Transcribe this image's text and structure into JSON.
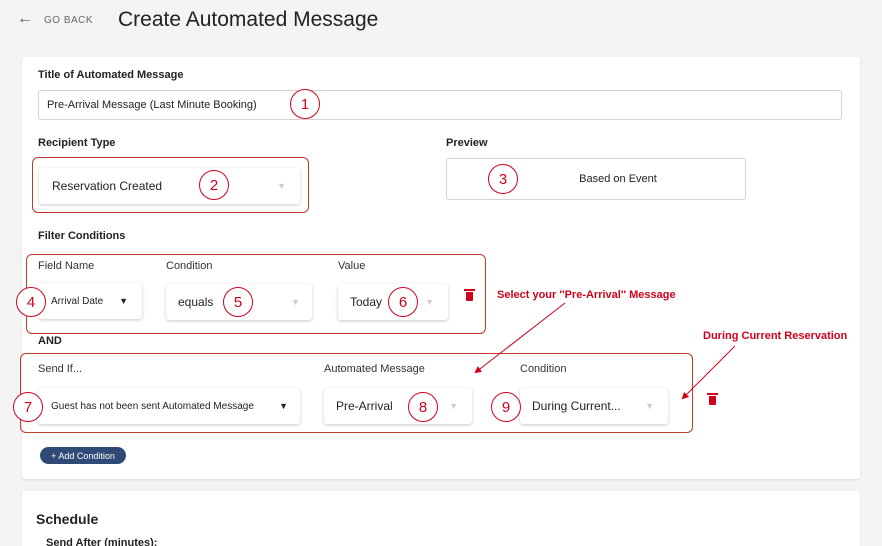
{
  "header": {
    "back_arrow": "←",
    "back_label": "GO BACK",
    "title": "Create Automated Message"
  },
  "form": {
    "title_label": "Title of Automated Message",
    "title_value": "Pre-Arrival Message (Last Minute Booking)",
    "recipient_label": "Recipient Type",
    "recipient_value": "Reservation Created",
    "preview_label": "Preview",
    "preview_value": "Based on Event",
    "filter_label": "Filter Conditions",
    "filter": {
      "field_name_label": "Field Name",
      "condition_label": "Condition",
      "value_label": "Value",
      "field_value": "Arrival Date",
      "condition_value": "equals",
      "value_value": "Today"
    },
    "and_label": "AND",
    "send_if": {
      "send_if_label": "Send If...",
      "automated_message_label": "Automated Message",
      "condition_label": "Condition",
      "send_if_value": "Guest has not been sent Automated Message",
      "message_value": "Pre-Arrival",
      "condition_value": "During Current..."
    },
    "add_condition": "+ Add Condition"
  },
  "schedule": {
    "title": "Schedule",
    "send_after_label": "Send After (minutes):"
  },
  "annotations": {
    "n1": "1",
    "n2": "2",
    "n3": "3",
    "n4": "4",
    "n5": "5",
    "n6": "6",
    "n7": "7",
    "n8": "8",
    "n9": "9",
    "select_pre_arrival": "Select your ''Pre-Arrival'' Message",
    "during_current": "During Current Reservation"
  },
  "colors": {
    "accent_red": "#d0021b",
    "button_navy": "#2f4a77"
  },
  "icons": {
    "back": "left-arrow-icon",
    "caret": "chevron-down-icon",
    "delete": "trash-icon"
  }
}
